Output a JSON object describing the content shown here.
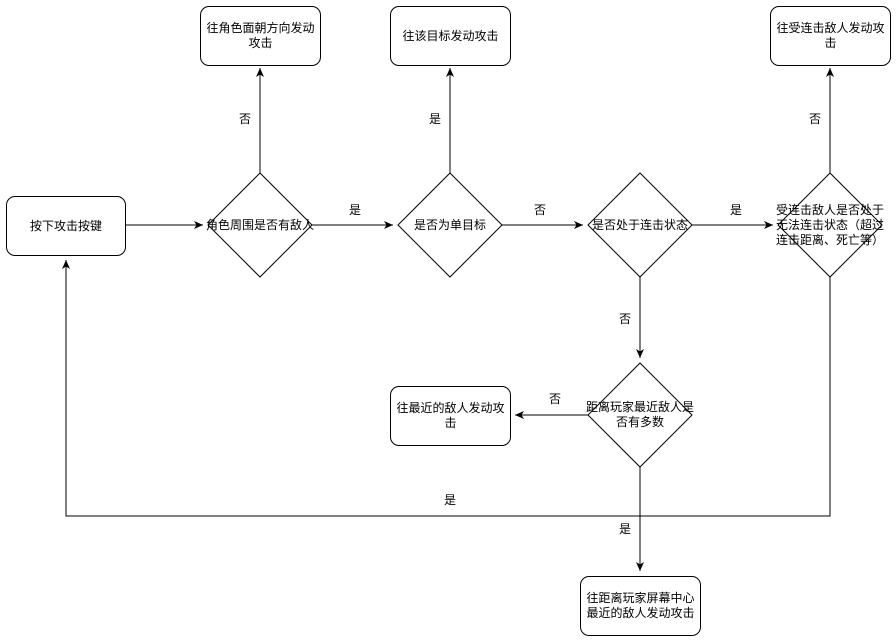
{
  "nodes": {
    "start": "按下攻击按键",
    "dec_enemy_around": "角色周围是否有敌人",
    "dec_single_target": "是否为单目标",
    "dec_combo_state": "是否处于连击状态",
    "dec_combo_target_invalid": "受连击敌人是否处于无法连击状态（超过连击距离、死亡等）",
    "dec_nearest_multiple": "距离玩家最近敌人是否有多数",
    "act_facing": "往角色面朝方向发动攻击",
    "act_target": "往该目标发动攻击",
    "act_combo_enemy": "往受连击敌人发动攻击",
    "act_nearest": "往最近的敌人发动攻击",
    "act_screen_center": "往距离玩家屏幕中心最近的敌人发动攻击"
  },
  "edges": {
    "enemy_around_no": "否",
    "enemy_around_yes": "是",
    "single_yes": "是",
    "single_no": "否",
    "combo_yes": "是",
    "combo_no": "否",
    "invalid_no": "否",
    "invalid_yes": "是",
    "multiple_no": "否",
    "multiple_yes": "是"
  }
}
